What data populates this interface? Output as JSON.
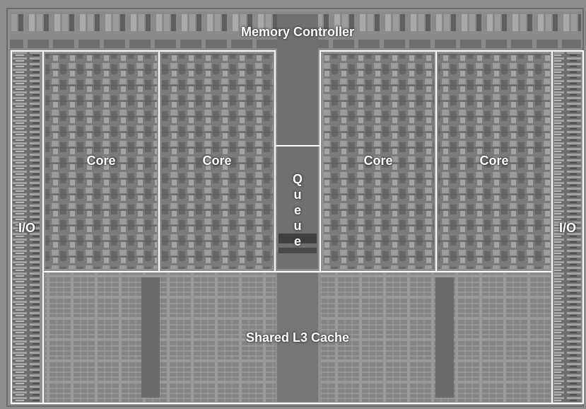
{
  "labels": {
    "memory_controller": "Memory Controller",
    "core_1": "Core",
    "core_2": "Core",
    "core_3": "Core",
    "core_4": "Core",
    "queue": "Queue",
    "io_left": "I/O",
    "io_right": "I/O",
    "l3_cache": "Shared L3 Cache"
  },
  "colors": {
    "die_base": "#8d8d8d",
    "outline": "#ffffff",
    "label_text": "#ffffff"
  }
}
